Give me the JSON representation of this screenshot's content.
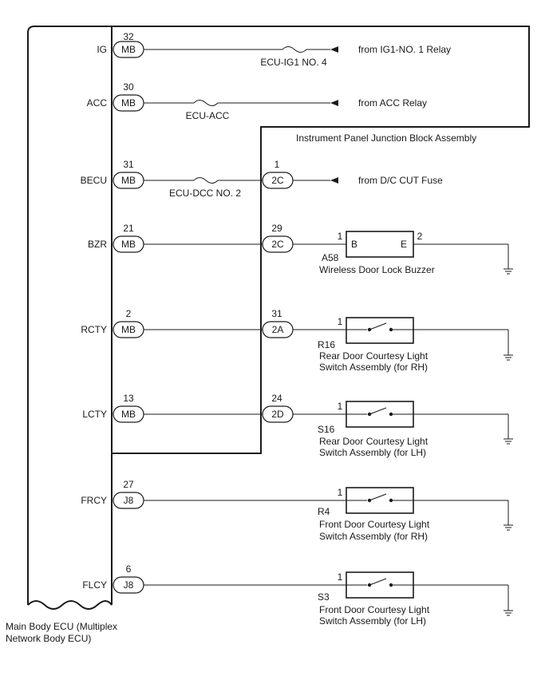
{
  "ecu": {
    "label_line1": "Main Body ECU (Multiplex",
    "label_line2": "Network Body ECU)"
  },
  "jb": {
    "label": "Instrument Panel Junction Block Assembly"
  },
  "signals": {
    "ig": {
      "name": "IG",
      "pin": "32",
      "connector": "MB"
    },
    "acc": {
      "name": "ACC",
      "pin": "30",
      "connector": "MB"
    },
    "becu": {
      "name": "BECU",
      "pin": "31",
      "connector": "MB"
    },
    "bzr": {
      "name": "BZR",
      "pin": "21",
      "connector": "MB"
    },
    "rcty": {
      "name": "RCTY",
      "pin": "2",
      "connector": "MB"
    },
    "lcty": {
      "name": "LCTY",
      "pin": "13",
      "connector": "MB"
    },
    "frcy": {
      "name": "FRCY",
      "pin": "27",
      "connector": "J8"
    },
    "flcy": {
      "name": "FLCY",
      "pin": "6",
      "connector": "J8"
    }
  },
  "jb_connectors": {
    "becu": {
      "pin": "1",
      "connector": "2C"
    },
    "bzr": {
      "pin": "29",
      "connector": "2C"
    },
    "rcty": {
      "pin": "31",
      "connector": "2A"
    },
    "lcty": {
      "pin": "24",
      "connector": "2D"
    }
  },
  "fuses": {
    "ig1": "ECU-IG1 NO. 4",
    "acc": "ECU-ACC",
    "dcc": "ECU-DCC NO. 2"
  },
  "sources": {
    "ig": "from IG1-NO. 1 Relay",
    "acc": "from ACC Relay",
    "becu": "from D/C CUT Fuse"
  },
  "buzzer": {
    "pin_in": "1",
    "pin_out": "2",
    "term_b": "B",
    "term_e": "E",
    "code": "A58",
    "name": "Wireless Door Lock Buzzer"
  },
  "switches": {
    "r16": {
      "pin": "1",
      "code": "R16",
      "line1": "Rear Door Courtesy Light",
      "line2": "Switch Assembly (for RH)"
    },
    "s16": {
      "pin": "1",
      "code": "S16",
      "line1": "Rear Door Courtesy Light",
      "line2": "Switch Assembly (for LH)"
    },
    "r4": {
      "pin": "1",
      "code": "R4",
      "line1": "Front Door Courtesy Light",
      "line2": "Switch Assembly (for RH)"
    },
    "s3": {
      "pin": "1",
      "code": "S3",
      "line1": "Front Door Courtesy Light",
      "line2": "Switch Assembly (for LH)"
    }
  }
}
